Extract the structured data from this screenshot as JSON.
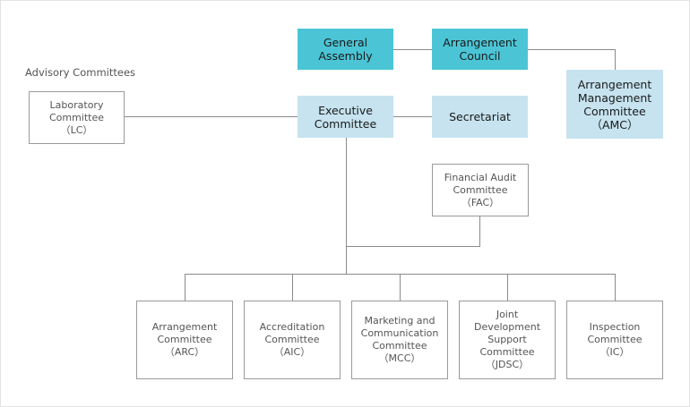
{
  "heading": "Advisory Committees",
  "general_assembly": [
    "General",
    "Assembly"
  ],
  "arrangement_council": [
    "Arrangement",
    "Council"
  ],
  "executive_committee": [
    "Executive",
    "Committee"
  ],
  "secretariat": [
    "Secretariat"
  ],
  "amc": [
    "Arrangement",
    "Management",
    "Committee",
    "（AMC）"
  ],
  "laboratory_committee": [
    "Laboratory",
    "Committee",
    "（LC）"
  ],
  "financial_audit_committee": [
    "Financial Audit",
    "Committee",
    "（FAC）"
  ],
  "arc": [
    "Arrangement",
    "Committee",
    "（ARC）"
  ],
  "aic": [
    "Accreditation",
    "Committee",
    "（AIC）"
  ],
  "mcc": [
    "Marketing and",
    "Communication",
    "Committee",
    "（MCC）"
  ],
  "jdsc": [
    "Joint",
    "Development",
    "Support",
    "Committee",
    "（JDSC）"
  ],
  "ic": [
    "Inspection",
    "Committee",
    "（IC）"
  ],
  "colors": {
    "primary": "#4bc5d6",
    "secondary": "#c6e3ef",
    "line": "#8a8a8a",
    "border": "#9a9a9a"
  }
}
